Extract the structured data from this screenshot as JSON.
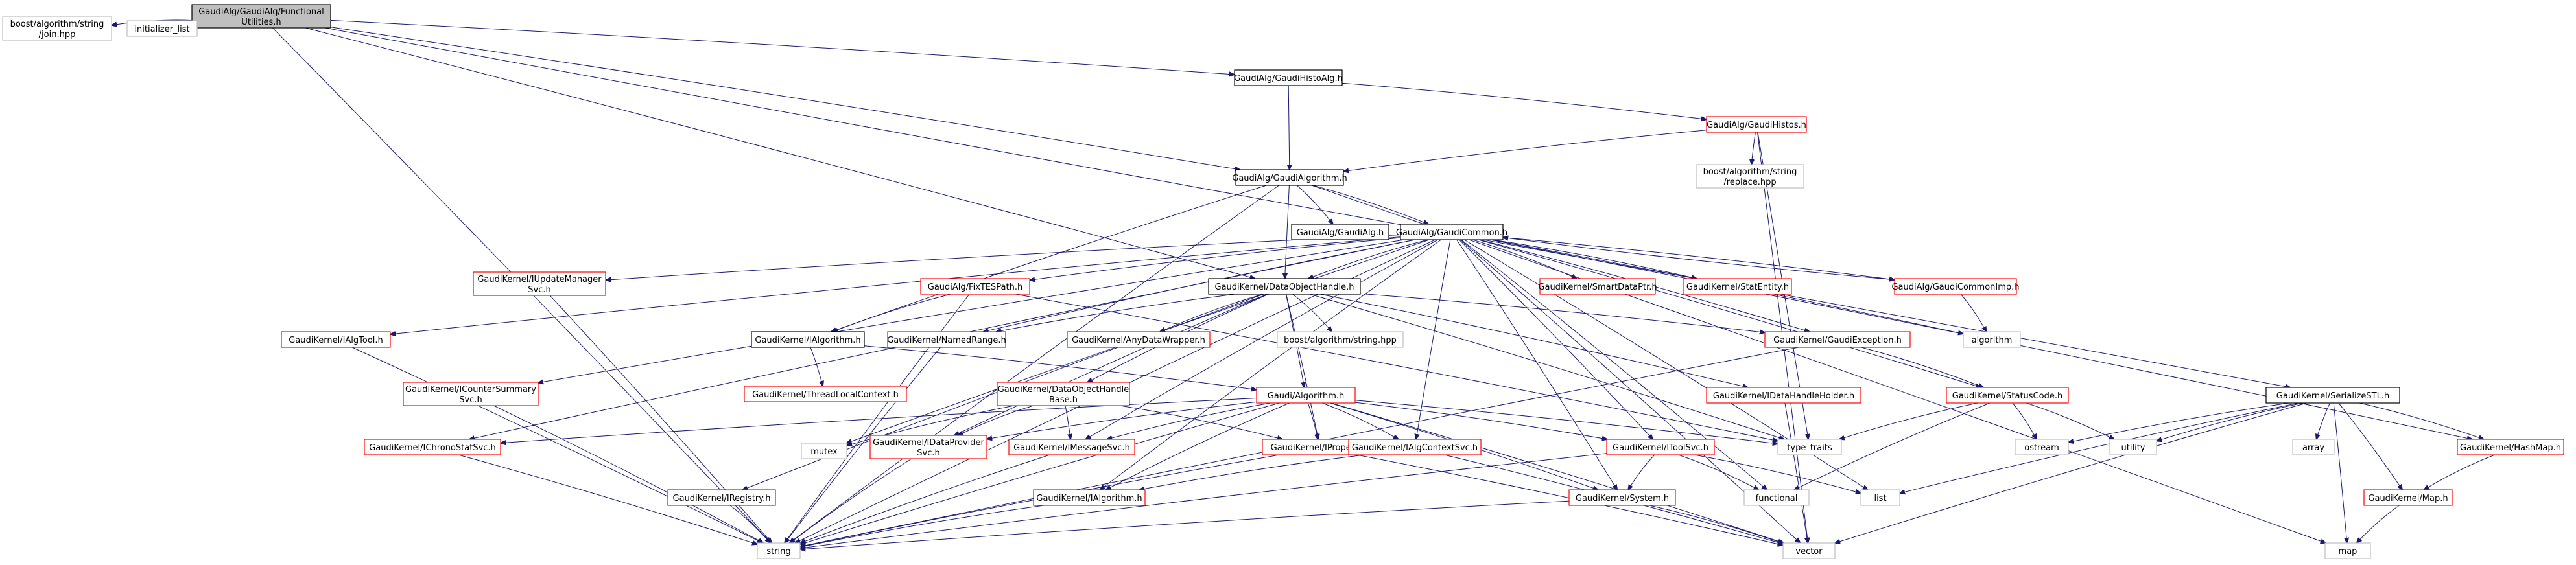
{
  "graph": {
    "root": "n_root",
    "colors": {
      "edge": "#191970",
      "root_fill": "#bfbfbf",
      "root_stroke": "#000000",
      "documented_stroke": "#000000",
      "hidden_stroke": "#ff0000",
      "external_stroke": "#bfbfbf",
      "node_fill": "#ffffff",
      "external_text": "#555555"
    },
    "nodes": [
      {
        "id": "n_root",
        "lines": [
          "GaudiAlg/GaudiAlg/Functional",
          "Utilities.h"
        ],
        "kind": "root"
      },
      {
        "id": "n_join",
        "lines": [
          "boost/algorithm/string",
          "/join.hpp"
        ],
        "kind": "external"
      },
      {
        "id": "n_initlist",
        "lines": [
          "initializer_list"
        ],
        "kind": "external"
      },
      {
        "id": "n_histoalg",
        "lines": [
          "GaudiAlg/GaudiHistoAlg.h"
        ],
        "kind": "documented"
      },
      {
        "id": "n_histos",
        "lines": [
          "GaudiAlg/GaudiHistos.h"
        ],
        "kind": "hidden"
      },
      {
        "id": "n_replace",
        "lines": [
          "boost/algorithm/string",
          "/replace.hpp"
        ],
        "kind": "external"
      },
      {
        "id": "n_galgorithm",
        "lines": [
          "GaudiAlg/GaudiAlgorithm.h"
        ],
        "kind": "documented"
      },
      {
        "id": "n_gaudialg",
        "lines": [
          "GaudiAlg/GaudiAlg.h"
        ],
        "kind": "documented"
      },
      {
        "id": "n_gcommon",
        "lines": [
          "GaudiAlg/GaudiCommon.h"
        ],
        "kind": "documented"
      },
      {
        "id": "n_serialize",
        "lines": [
          "GaudiKernel/SerializeSTL.h"
        ],
        "kind": "documented"
      },
      {
        "id": "n_iupdmgr",
        "lines": [
          "GaudiKernel/IUpdateManager",
          "Svc.h"
        ],
        "kind": "hidden"
      },
      {
        "id": "n_fixtes",
        "lines": [
          "GaudiAlg/FixTESPath.h"
        ],
        "kind": "hidden"
      },
      {
        "id": "n_dohandle",
        "lines": [
          "GaudiKernel/DataObjectHandle.h"
        ],
        "kind": "documented"
      },
      {
        "id": "n_smartptr",
        "lines": [
          "GaudiKernel/SmartDataPtr.h"
        ],
        "kind": "hidden"
      },
      {
        "id": "n_statentity",
        "lines": [
          "GaudiKernel/StatEntity.h"
        ],
        "kind": "hidden"
      },
      {
        "id": "n_gcommonimp",
        "lines": [
          "GaudiAlg/GaudiCommonImp.h"
        ],
        "kind": "hidden"
      },
      {
        "id": "n_ialgtool",
        "lines": [
          "GaudiKernel/IAlgTool.h"
        ],
        "kind": "hidden"
      },
      {
        "id": "n_ialgorithm_top",
        "lines": [
          "GaudiKernel/IAlgorithm.h"
        ],
        "kind": "documented"
      },
      {
        "id": "n_namedrange",
        "lines": [
          "GaudiKernel/NamedRange.h"
        ],
        "kind": "hidden"
      },
      {
        "id": "n_anywrap",
        "lines": [
          "GaudiKernel/AnyDataWrapper.h"
        ],
        "kind": "hidden"
      },
      {
        "id": "n_boostring",
        "lines": [
          "boost/algorithm/string.hpp"
        ],
        "kind": "external"
      },
      {
        "id": "n_gexception",
        "lines": [
          "GaudiKernel/GaudiException.h"
        ],
        "kind": "hidden"
      },
      {
        "id": "n_algorithm_std",
        "lines": [
          "algorithm"
        ],
        "kind": "external"
      },
      {
        "id": "n_icountsum",
        "lines": [
          "GaudiKernel/ICounterSummary",
          "Svc.h"
        ],
        "kind": "hidden"
      },
      {
        "id": "n_threadctx",
        "lines": [
          "GaudiKernel/ThreadLocalContext.h"
        ],
        "kind": "hidden"
      },
      {
        "id": "n_dohbase",
        "lines": [
          "GaudiKernel/DataObjectHandle",
          "Base.h"
        ],
        "kind": "hidden"
      },
      {
        "id": "n_kalgorithm",
        "lines": [
          "Gaudi/Algorithm.h"
        ],
        "kind": "hidden"
      },
      {
        "id": "n_idatahh",
        "lines": [
          "GaudiKernel/IDataHandleHolder.h"
        ],
        "kind": "hidden"
      },
      {
        "id": "n_statuscode",
        "lines": [
          "GaudiKernel/StatusCode.h"
        ],
        "kind": "hidden"
      },
      {
        "id": "n_hashmap",
        "lines": [
          "GaudiKernel/HashMap.h"
        ],
        "kind": "hidden"
      },
      {
        "id": "n_ichrono",
        "lines": [
          "GaudiKernel/IChronoStatSvc.h"
        ],
        "kind": "hidden"
      },
      {
        "id": "n_mutex",
        "lines": [
          "mutex"
        ],
        "kind": "external"
      },
      {
        "id": "n_idataprov",
        "lines": [
          "GaudiKernel/IDataProvider",
          "Svc.h"
        ],
        "kind": "hidden"
      },
      {
        "id": "n_imsgsvc",
        "lines": [
          "GaudiKernel/IMessageSvc.h"
        ],
        "kind": "hidden"
      },
      {
        "id": "n_iproperty",
        "lines": [
          "GaudiKernel/IProperty.h"
        ],
        "kind": "hidden"
      },
      {
        "id": "n_ialgctx",
        "lines": [
          "GaudiKernel/IAlgContextSvc.h"
        ],
        "kind": "hidden"
      },
      {
        "id": "n_itoolsvc",
        "lines": [
          "GaudiKernel/IToolSvc.h"
        ],
        "kind": "hidden"
      },
      {
        "id": "n_typetraits",
        "lines": [
          "type_traits"
        ],
        "kind": "external"
      },
      {
        "id": "n_ostream",
        "lines": [
          "ostream"
        ],
        "kind": "external"
      },
      {
        "id": "n_utility",
        "lines": [
          "utility"
        ],
        "kind": "external"
      },
      {
        "id": "n_array",
        "lines": [
          "array"
        ],
        "kind": "external"
      },
      {
        "id": "n_mapdoth",
        "lines": [
          "GaudiKernel/Map.h"
        ],
        "kind": "hidden"
      },
      {
        "id": "n_iregistry",
        "lines": [
          "GaudiKernel/IRegistry.h"
        ],
        "kind": "hidden"
      },
      {
        "id": "n_ialgorithm_bot",
        "lines": [
          "GaudiKernel/IAlgorithm.h"
        ],
        "kind": "hidden"
      },
      {
        "id": "n_system",
        "lines": [
          "GaudiKernel/System.h"
        ],
        "kind": "hidden"
      },
      {
        "id": "n_functional",
        "lines": [
          "functional"
        ],
        "kind": "external"
      },
      {
        "id": "n_list",
        "lines": [
          "list"
        ],
        "kind": "external"
      },
      {
        "id": "n_string",
        "lines": [
          "string"
        ],
        "kind": "external"
      },
      {
        "id": "n_vector",
        "lines": [
          "vector"
        ],
        "kind": "external"
      },
      {
        "id": "n_map",
        "lines": [
          "map"
        ],
        "kind": "external"
      }
    ]
  }
}
